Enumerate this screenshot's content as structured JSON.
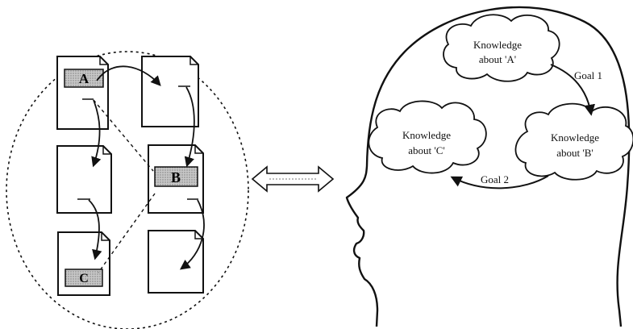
{
  "documents": {
    "labels": [
      "A",
      "B",
      "C"
    ]
  },
  "knowledge": {
    "a": {
      "line1": "Knowledge",
      "line2": "about 'A'"
    },
    "b": {
      "line1": "Knowledge",
      "line2": "about 'B'"
    },
    "c": {
      "line1": "Knowledge",
      "line2": "about 'C'"
    }
  },
  "goals": {
    "goal1": "Goal 1",
    "goal2": "Goal 2"
  },
  "colors": {
    "ink": "#111111",
    "tag_fill": "#bdbdbd",
    "cloud_fill": "#ffffff"
  }
}
